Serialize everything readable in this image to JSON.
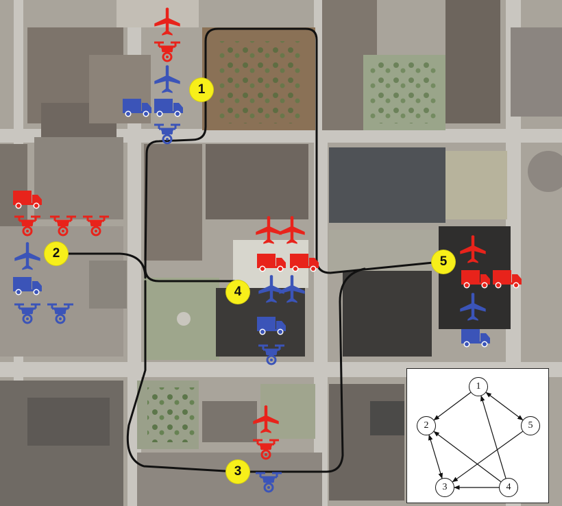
{
  "colors": {
    "route": "#111111",
    "node_fill": "#f7ef1a",
    "enemy": "#e8231b",
    "friendly": "#3b54b8",
    "background": "#a8a39a"
  },
  "map": {
    "nodes": [
      {
        "label": "1"
      },
      {
        "label": "2"
      },
      {
        "label": "3"
      },
      {
        "label": "4"
      },
      {
        "label": "5"
      }
    ],
    "unit_groups": [
      {
        "near": "1",
        "units": [
          "red plane",
          "red drone",
          "blue plane",
          "blue truck",
          "blue truck",
          "blue drone"
        ]
      },
      {
        "near": "2",
        "units": [
          "red truck",
          "red drone",
          "red drone",
          "red drone",
          "blue plane",
          "blue truck",
          "blue drone",
          "blue drone"
        ]
      },
      {
        "near": "4",
        "units": [
          "red plane",
          "red plane",
          "red truck",
          "red truck",
          "blue plane",
          "blue plane",
          "blue truck",
          "blue drone"
        ]
      },
      {
        "near": "3",
        "units": [
          "red plane",
          "red drone",
          "blue drone"
        ]
      },
      {
        "near": "5",
        "units": [
          "red plane",
          "red truck",
          "red truck",
          "blue plane",
          "blue truck"
        ]
      }
    ],
    "icon_types": [
      "plane-icon",
      "drone-icon",
      "truck-icon"
    ]
  },
  "graph": {
    "nodes": [
      {
        "label": "1"
      },
      {
        "label": "2"
      },
      {
        "label": "3"
      },
      {
        "label": "4"
      },
      {
        "label": "5"
      }
    ],
    "edges": [
      {
        "from": "1",
        "to": "2",
        "direction": "1->2"
      },
      {
        "from": "1",
        "to": "5",
        "direction": "both"
      },
      {
        "from": "4",
        "to": "1",
        "direction": "4->1"
      },
      {
        "from": "2",
        "to": "3",
        "direction": "both"
      },
      {
        "from": "5",
        "to": "3",
        "direction": "5->3"
      },
      {
        "from": "4",
        "to": "2",
        "direction": "4->2"
      },
      {
        "from": "4",
        "to": "3",
        "direction": "4->3"
      }
    ]
  }
}
